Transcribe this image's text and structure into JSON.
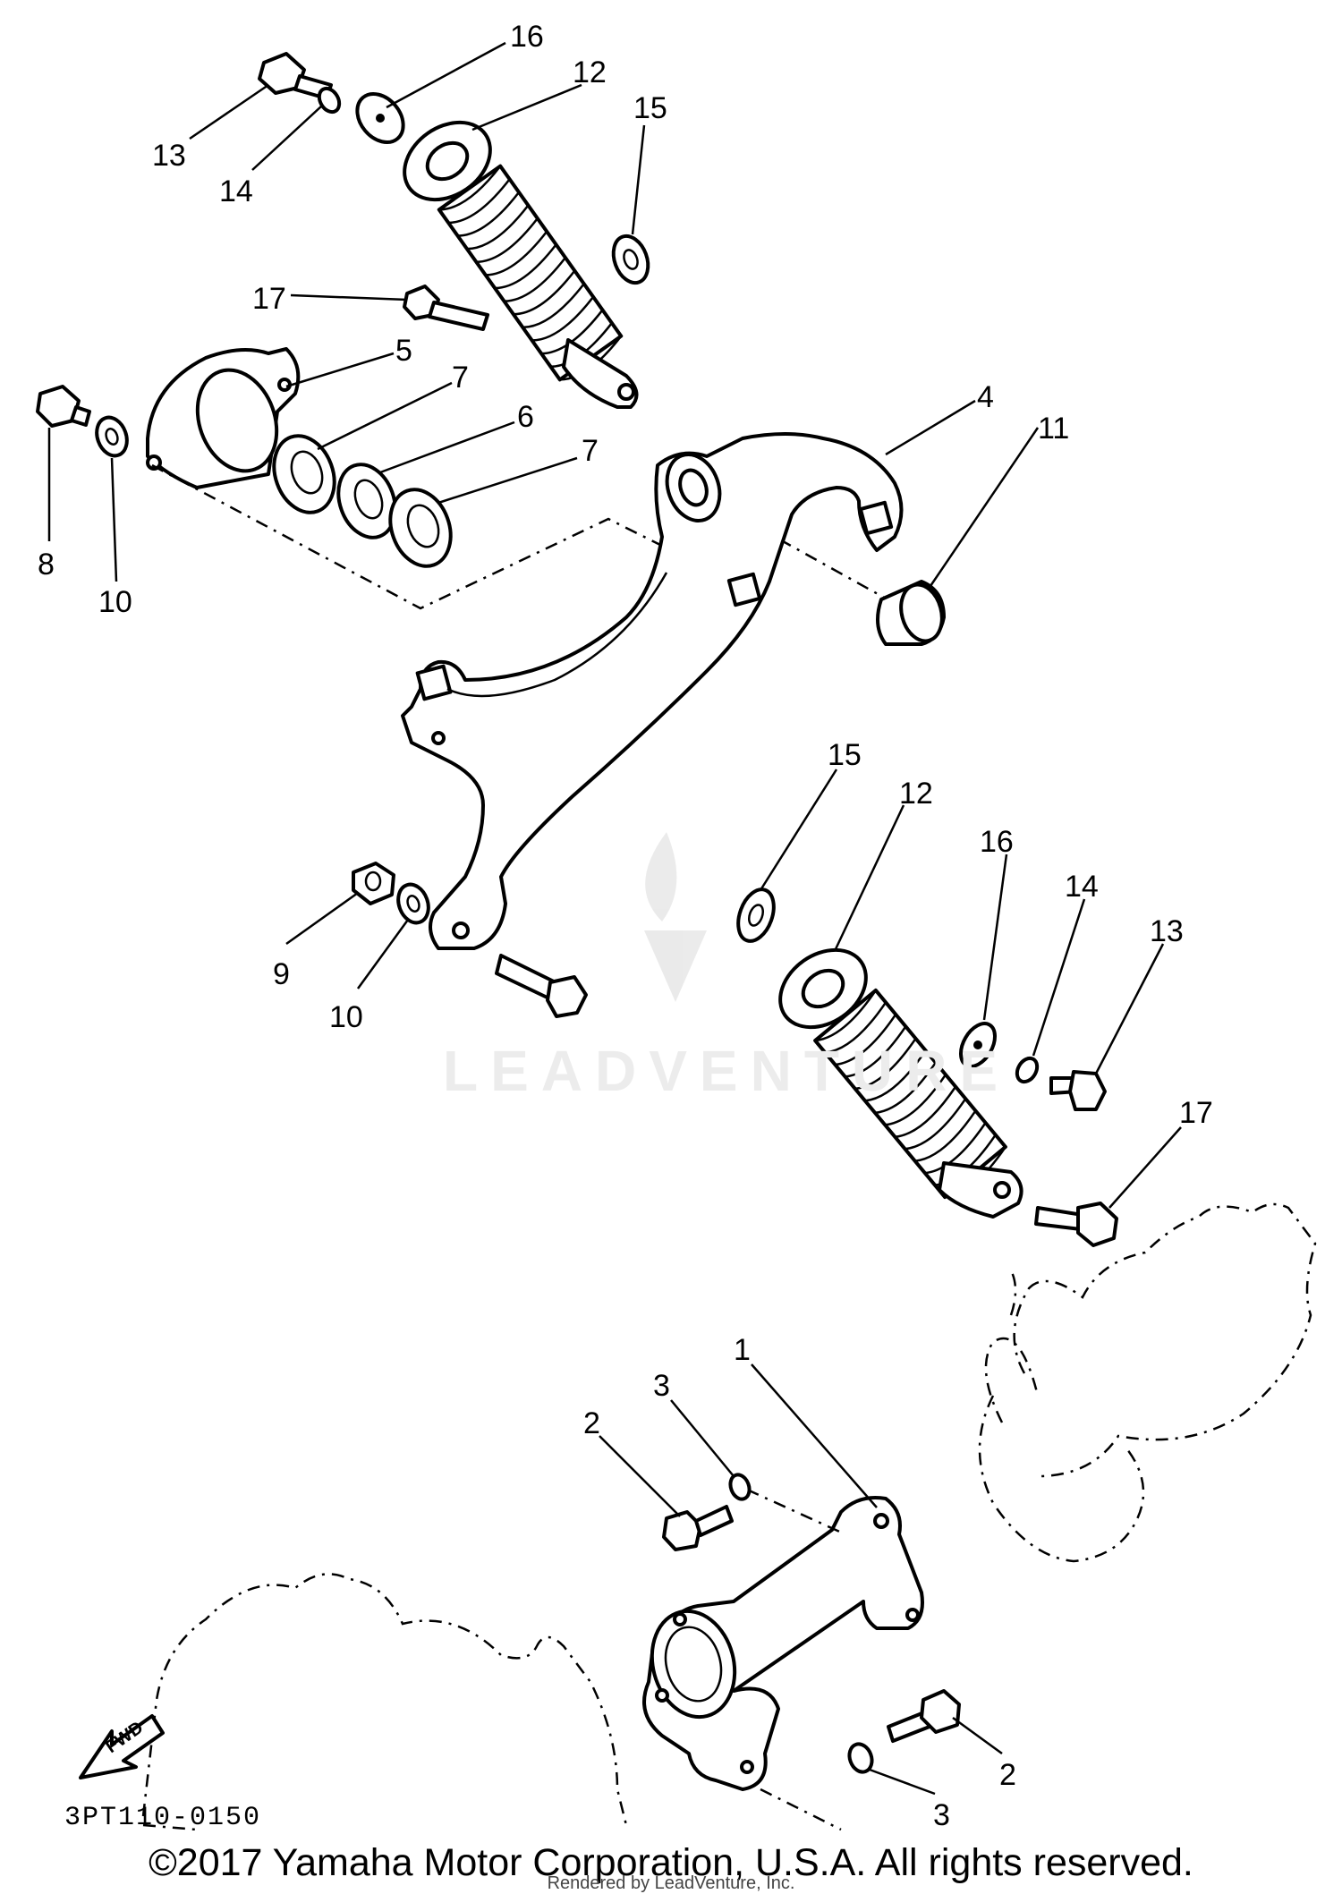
{
  "callouts": [
    {
      "label": "16",
      "pos": "top"
    },
    {
      "label": "12",
      "pos": "top"
    },
    {
      "label": "15",
      "pos": "top"
    },
    {
      "label": "13",
      "pos": "top"
    },
    {
      "label": "14",
      "pos": "top"
    },
    {
      "label": "17",
      "pos": "top"
    },
    {
      "label": "5",
      "pos": "upper"
    },
    {
      "label": "7",
      "pos": "upper"
    },
    {
      "label": "6",
      "pos": "upper"
    },
    {
      "label": "7",
      "pos": "upper"
    },
    {
      "label": "4",
      "pos": "upper"
    },
    {
      "label": "11",
      "pos": "upper"
    },
    {
      "label": "8",
      "pos": "upper"
    },
    {
      "label": "10",
      "pos": "upper"
    },
    {
      "label": "15",
      "pos": "middle"
    },
    {
      "label": "12",
      "pos": "middle"
    },
    {
      "label": "16",
      "pos": "middle"
    },
    {
      "label": "14",
      "pos": "middle"
    },
    {
      "label": "13",
      "pos": "middle"
    },
    {
      "label": "9",
      "pos": "middle"
    },
    {
      "label": "10",
      "pos": "middle"
    },
    {
      "label": "17",
      "pos": "middle"
    },
    {
      "label": "1",
      "pos": "lower"
    },
    {
      "label": "3",
      "pos": "lower"
    },
    {
      "label": "2",
      "pos": "lower"
    },
    {
      "label": "2",
      "pos": "lower"
    },
    {
      "label": "3",
      "pos": "lower"
    }
  ],
  "fwd_label": "FWD",
  "watermark": "LEADVENTURE",
  "diagram_code": "3PT110-0150",
  "copyright": "©2017 Yamaha Motor Corporation, U.S.A. All rights reserved.",
  "rendered_by": "Rendered by LeadVenture, Inc."
}
